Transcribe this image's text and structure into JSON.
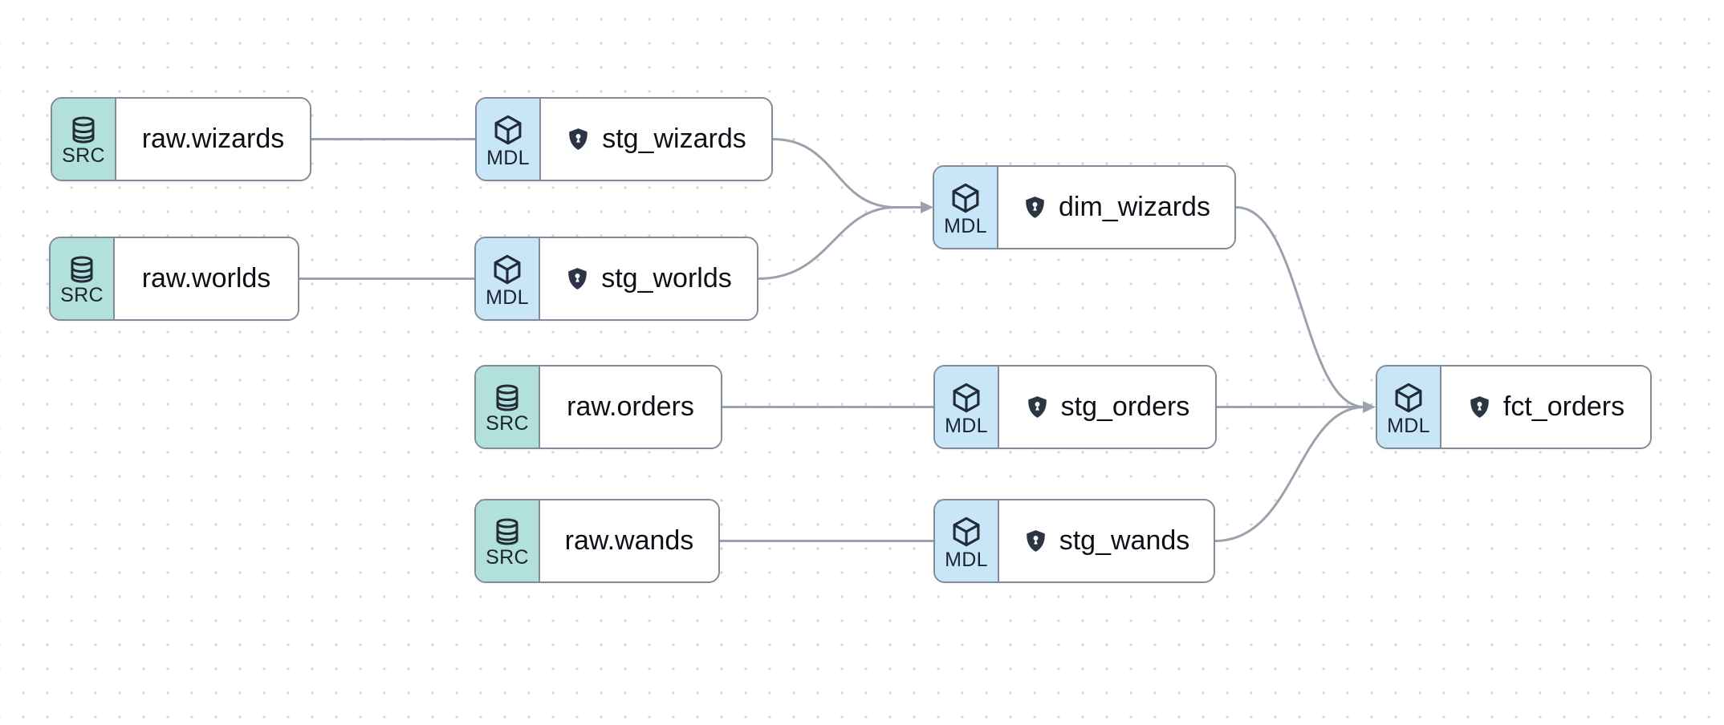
{
  "colors": {
    "canvas-bg": "#ffffff",
    "dot": "#d7d7db",
    "node-border": "#828b99",
    "src-badge": "#b2e0db",
    "mdl-badge": "#c9e6f8",
    "edge": "#9ba2ae",
    "icon-dark": "#222b38",
    "label": "#0d1117",
    "shield": "#2b3544"
  },
  "diagram": {
    "type": "lineage-dag",
    "node_types": {
      "source": {
        "badge": "SRC",
        "icon": "database-icon",
        "badge_color": "#b2e0db"
      },
      "model": {
        "badge": "MDL",
        "icon": "cube-icon",
        "badge_color": "#c9e6f8"
      }
    },
    "nodes": [
      {
        "id": "raw.wizards",
        "type": "source",
        "badge": "SRC",
        "label": "raw.wizards",
        "shield": false
      },
      {
        "id": "stg_wizards",
        "type": "model",
        "badge": "MDL",
        "label": "stg_wizards",
        "shield": true
      },
      {
        "id": "raw.worlds",
        "type": "source",
        "badge": "SRC",
        "label": "raw.worlds",
        "shield": false
      },
      {
        "id": "stg_worlds",
        "type": "model",
        "badge": "MDL",
        "label": "stg_worlds",
        "shield": true
      },
      {
        "id": "dim_wizards",
        "type": "model",
        "badge": "MDL",
        "label": "dim_wizards",
        "shield": true
      },
      {
        "id": "raw.orders",
        "type": "source",
        "badge": "SRC",
        "label": "raw.orders",
        "shield": false
      },
      {
        "id": "stg_orders",
        "type": "model",
        "badge": "MDL",
        "label": "stg_orders",
        "shield": true
      },
      {
        "id": "raw.wands",
        "type": "source",
        "badge": "SRC",
        "label": "raw.wands",
        "shield": false
      },
      {
        "id": "stg_wands",
        "type": "model",
        "badge": "MDL",
        "label": "stg_wands",
        "shield": true
      },
      {
        "id": "fct_orders",
        "type": "model",
        "badge": "MDL",
        "label": "fct_orders",
        "shield": true
      }
    ],
    "edges": [
      {
        "from": "raw.wizards",
        "to": "stg_wizards"
      },
      {
        "from": "raw.worlds",
        "to": "stg_worlds"
      },
      {
        "from": "stg_wizards",
        "to": "dim_wizards"
      },
      {
        "from": "stg_worlds",
        "to": "dim_wizards"
      },
      {
        "from": "raw.orders",
        "to": "stg_orders"
      },
      {
        "from": "raw.wands",
        "to": "stg_wands"
      },
      {
        "from": "dim_wizards",
        "to": "fct_orders"
      },
      {
        "from": "stg_orders",
        "to": "fct_orders"
      },
      {
        "from": "stg_wands",
        "to": "fct_orders"
      }
    ]
  }
}
